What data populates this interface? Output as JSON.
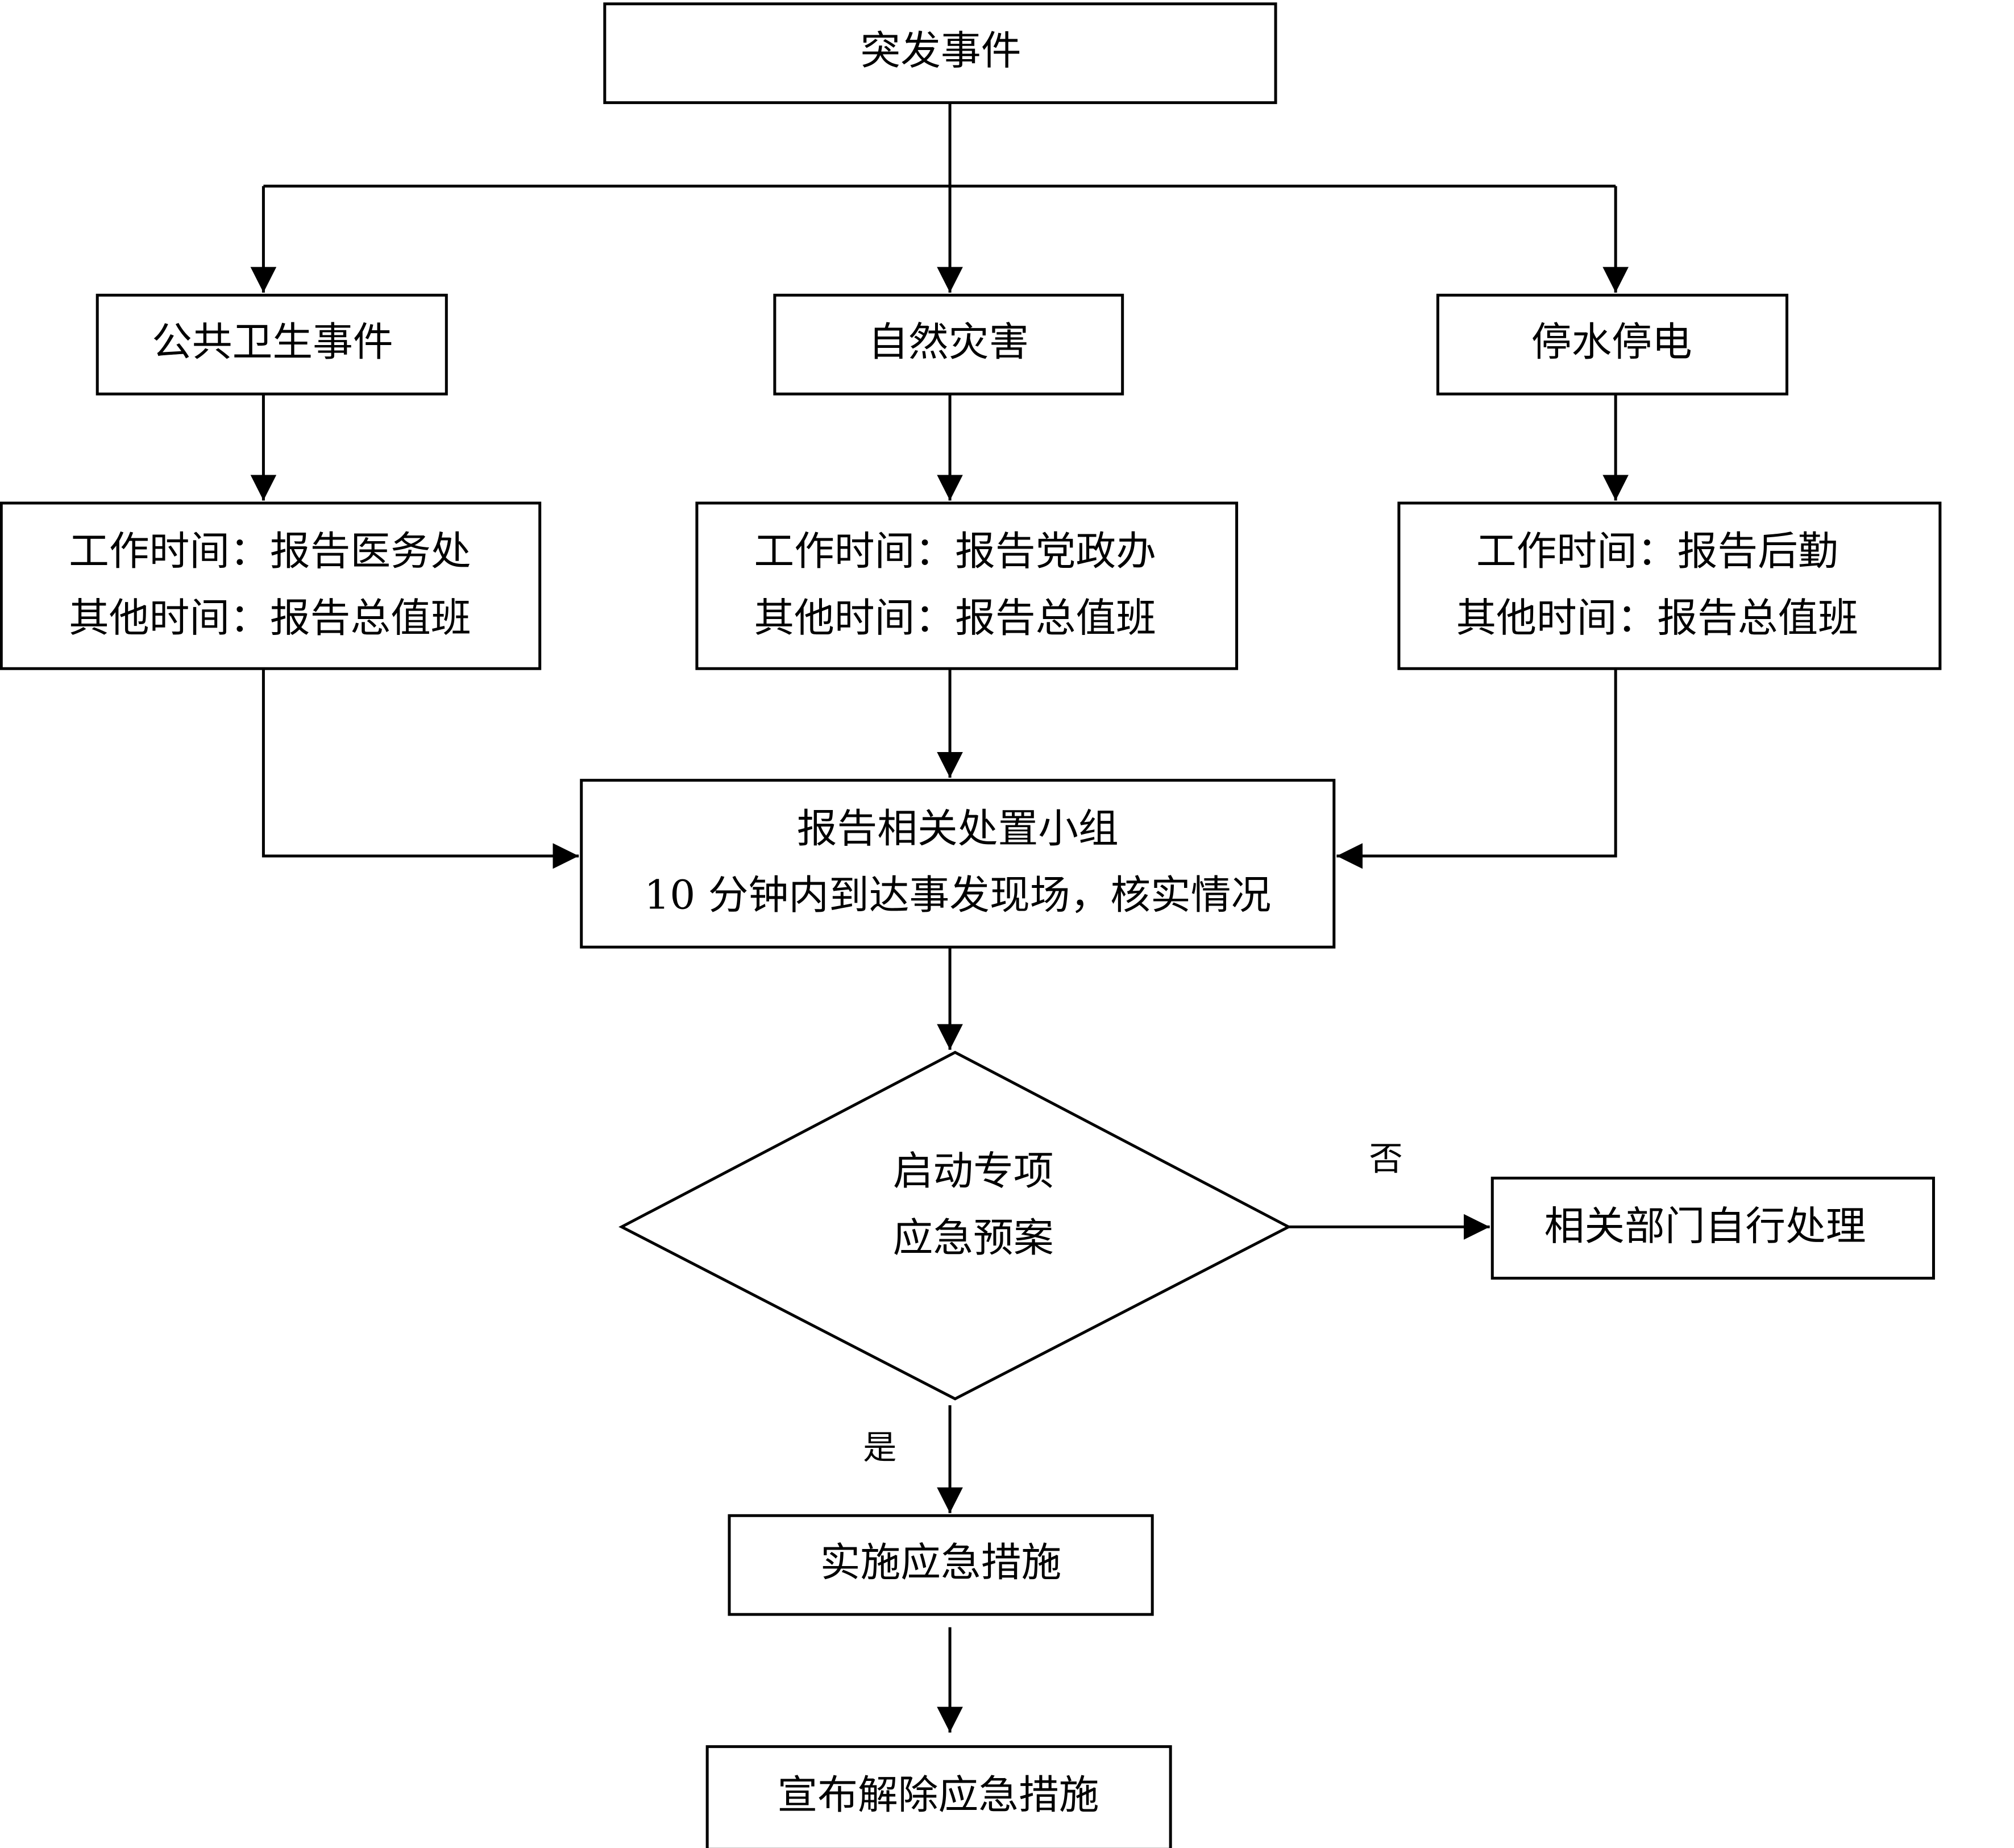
{
  "nodes": {
    "start": "突发事件",
    "public_health": "公共卫生事件",
    "natural_disaster": "自然灾害",
    "outage": "停水停电",
    "report_left": [
      "工作时间：报告医务处",
      "其他时间：报告总值班"
    ],
    "report_mid": [
      "工作时间：报告党政办",
      "其他时间：报告总值班"
    ],
    "report_right": [
      "工作时间：报告后勤",
      "其他时间：报告总值班"
    ],
    "group": [
      "报告相关处置小组",
      "10 分钟内到达事发现场，核实情况"
    ],
    "decision": [
      "启动专项",
      "应急预案"
    ],
    "self_handle": "相关部门自行处理",
    "implement": "实施应急措施",
    "release": "宣布解除应急措施"
  },
  "labels": {
    "no": "否",
    "yes": "是"
  }
}
